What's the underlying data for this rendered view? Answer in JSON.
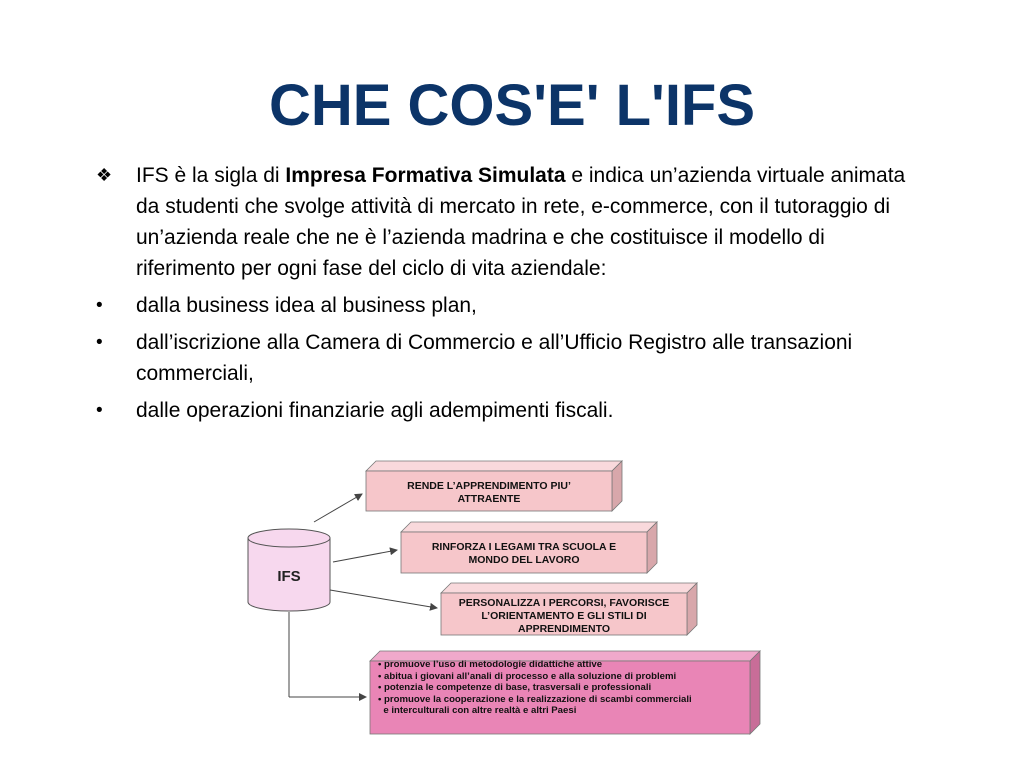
{
  "slide": {
    "title": "CHE COS'E' L'IFS",
    "intro": {
      "prefix": "IFS è la sigla di ",
      "bold": "Impresa Formativa Simulata",
      "suffix": " e indica un’azienda virtuale animata da studenti che svolge attività di mercato in rete, e-commerce, con il tutoraggio di un’azienda reale che ne è l’azienda madrina e che costituisce il modello di riferimento per ogni fase del ciclo di vita aziendale:"
    },
    "bullets": [
      "dalla business idea al business plan,",
      "dall’iscrizione alla Camera di Commercio e all’Ufficio Registro alle transazioni commerciali,",
      "dalle operazioni finanziarie agli adempimenti fiscali."
    ]
  },
  "diagram": {
    "source_label": "IFS",
    "boxes": [
      "RENDE L’APPRENDIMENTO PIU’ ATTRAENTE",
      "RINFORZA I LEGAMI TRA SCUOLA E MONDO DEL LAVORO",
      "PERSONALIZZA I PERCORSI, FAVORISCE L’ORIENTAMENTO E GLI STILI DI APPRENDIMENTO"
    ],
    "list": [
      "• promuove l’uso di metodologie didattiche attive",
      "• abitua i giovani all’anali di processo e alla soluzione di problemi",
      "• potenzia le competenze di base, trasversali e professionali",
      "• promuove la cooperazione e la realizzazione di scambi commerciali",
      "  e interculturali con altre realtà e altri Paesi"
    ],
    "colors": {
      "box_fill": "#f6c6ca",
      "box_side": "#d8a7ab",
      "list_fill": "#e985b6",
      "cylinder_fill": "#f7d8ee",
      "title": "#0c3468"
    }
  }
}
